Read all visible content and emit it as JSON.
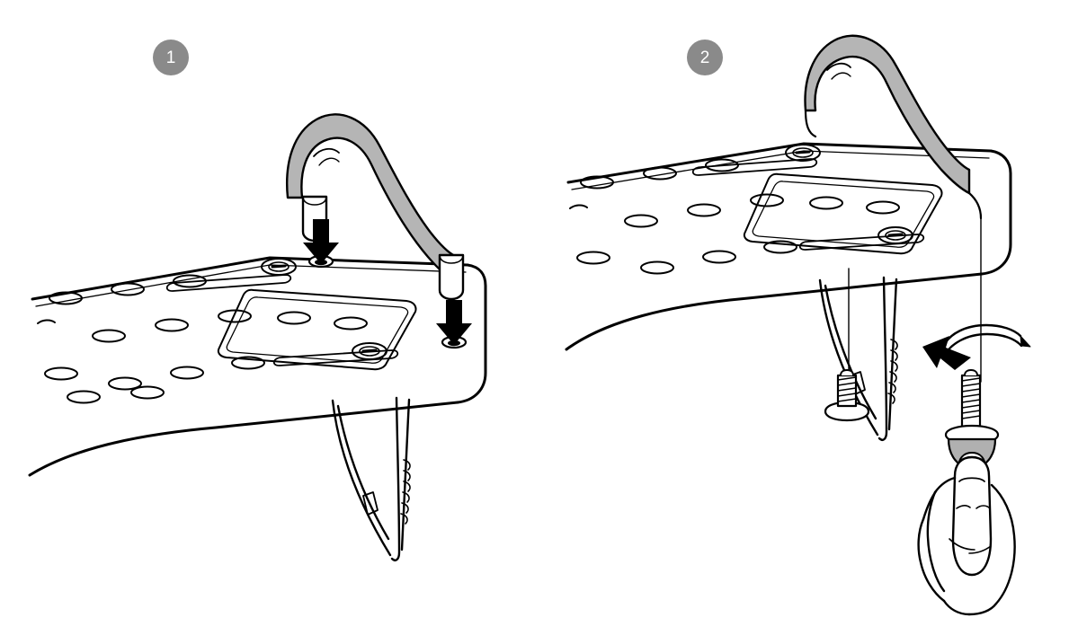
{
  "document": {
    "type": "assembly-instruction-diagram",
    "title": "",
    "panel_count": 2,
    "background_color": "#ffffff",
    "line_color": "#000000"
  },
  "palette": {
    "badge_fill": "#8a8a8a",
    "badge_text": "#ffffff",
    "handle_gray": "#b5b5b5",
    "handle_gray_shade": "#a0a0a0",
    "knob_gray": "#b0b0b0",
    "post_white": "#ffffff",
    "outline": "#000000",
    "light_line": "#4a4a4a"
  },
  "panels": [
    {
      "id": "panel-1",
      "step_number": "1",
      "badge": {
        "label": "1",
        "shape": "circle",
        "fill": "#8a8a8a",
        "text_color": "#ffffff"
      },
      "parts": [
        {
          "name": "handle-bar",
          "color": "#b5b5b5",
          "description": "curved grab handle"
        },
        {
          "name": "handle-post-left",
          "color": "#ffffff",
          "description": "white cylindrical mounting post"
        },
        {
          "name": "handle-post-right",
          "color": "#ffffff",
          "description": "white cylindrical mounting post"
        },
        {
          "name": "platform",
          "color": "#ffffff",
          "description": "perforated shower bench seat top"
        },
        {
          "name": "leg",
          "color": "#ffffff",
          "description": "tapered support leg"
        }
      ],
      "annotations": [
        {
          "name": "insertion-arrow-left",
          "type": "down-arrow",
          "meaning": "insert post into hole"
        },
        {
          "name": "insertion-arrow-right",
          "type": "down-arrow",
          "meaning": "insert post into hole"
        }
      ],
      "mounting_holes": 2
    },
    {
      "id": "panel-2",
      "step_number": "2",
      "badge": {
        "label": "2",
        "shape": "circle",
        "fill": "#8a8a8a",
        "text_color": "#ffffff"
      },
      "parts": [
        {
          "name": "handle-bar",
          "color": "#b5b5b5",
          "description": "curved grab handle seated in platform"
        },
        {
          "name": "platform",
          "color": "#ffffff",
          "description": "perforated shower bench seat top"
        },
        {
          "name": "leg",
          "color": "#ffffff",
          "description": "tapered support leg"
        },
        {
          "name": "screw-left",
          "color": "#ffffff",
          "description": "threaded screw with round head"
        },
        {
          "name": "screw-right",
          "color": "#ffffff",
          "description": "threaded screw with round head"
        },
        {
          "name": "knob",
          "color": "#b0b0b0",
          "description": "gray thumb knob / nut"
        },
        {
          "name": "hand",
          "color": "#ffffff",
          "description": "hand gripping and turning knob"
        }
      ],
      "annotations": [
        {
          "name": "guide-line-left",
          "type": "alignment-line",
          "meaning": "screw aligns to hole"
        },
        {
          "name": "guide-line-right",
          "type": "alignment-line",
          "meaning": "screw aligns to hole"
        },
        {
          "name": "rotation-arrow",
          "type": "curved-arrow",
          "meaning": "turn knob to tighten"
        }
      ],
      "fasteners": 2
    }
  ]
}
